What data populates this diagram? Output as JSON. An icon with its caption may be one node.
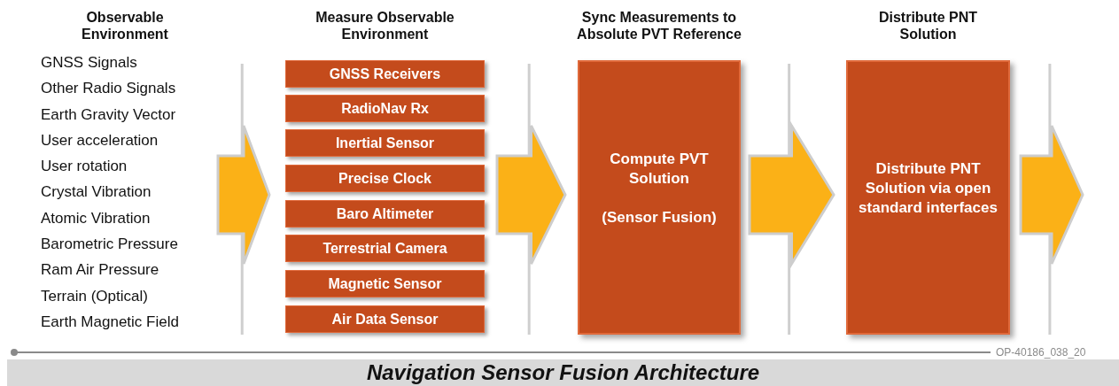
{
  "diagram": {
    "caption": "Navigation Sensor Fusion Architecture",
    "nodes": [
      {
        "text": [
          "Observable Environment",
          "GNSS Signals",
          "Other Radio Signals",
          "Earth Gravity Vector",
          "User acceleration",
          "User rotation",
          "Crystal Vibration",
          "Atomic Vibration",
          "Barometric Pressure",
          "Ram Air Pressure",
          "Terrain (Optical)",
          "Earth Magnetic Field"
        ]
      },
      {
        "text": [
          "Measure Observable Environment"
        ]
      },
      {
        "text": [
          "GNSS Receivers"
        ],
        "in": 1
      },
      {
        "text": [
          "RadioNav Rx"
        ],
        "in": 1
      },
      {
        "text": [
          "Inertial Sensor"
        ],
        "in": 1
      },
      {
        "text": [
          "Precise Clock"
        ],
        "in": 1
      },
      {
        "text": [
          "Baro Altimeter"
        ],
        "in": 1
      },
      {
        "text": [
          "Terrestrial Camera"
        ],
        "in": 1
      },
      {
        "text": [
          "Magnetic Sensor"
        ],
        "in": 1
      },
      {
        "text": [
          "Air Data Sensor"
        ],
        "in": 1
      },
      {
        "text": [
          "Sync Measurements to Absolute PVT Reference",
          "Compute PVT Solution",
          "(Sensor Fusion)"
        ]
      },
      {
        "text": [
          "Distribute PNT Solution",
          "Distribute PNT Solution via open standard interfaces"
        ]
      }
    ],
    "edges": [
      {
        "from": 0,
        "to": 1,
        "arrow": "to"
      },
      {
        "from": 1,
        "to": 10,
        "arrow": "to"
      },
      {
        "from": 10,
        "to": 11,
        "arrow": "to"
      },
      {
        "from": 11,
        "to": null,
        "arrow": "to"
      }
    ],
    "labels": [
      "OP-40186_038_20"
    ]
  }
}
